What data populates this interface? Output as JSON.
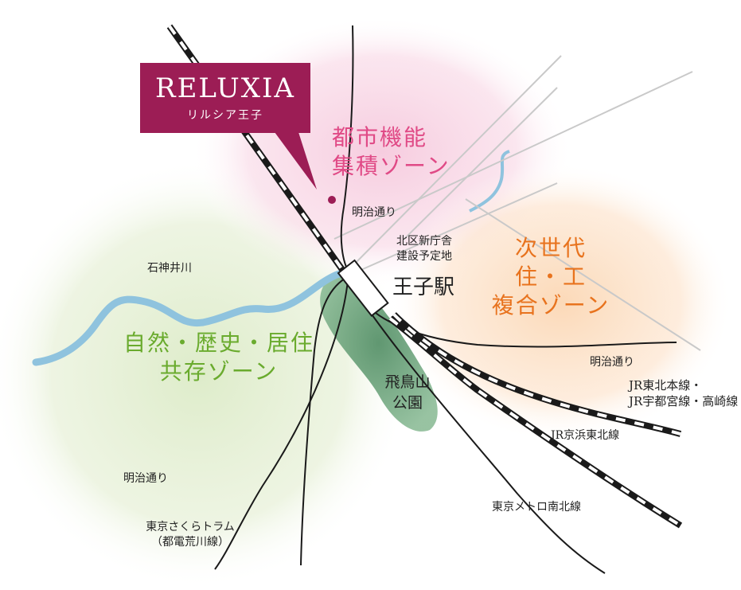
{
  "brand": {
    "name": "RELUXIA",
    "subtitle": "リルシア王子",
    "color": "#9c1d55"
  },
  "zones": {
    "urban": {
      "line1": "都市機能",
      "line2": "集積ゾーン",
      "color": "#e04a86"
    },
    "next_gen": {
      "line1": "次世代",
      "line2": "住・工",
      "line3": "複合ゾーン",
      "color": "#e8731e"
    },
    "nature": {
      "line1": "自然・歴史・居住",
      "line2": "共存ゾーン",
      "color": "#6aab2e"
    }
  },
  "labels": {
    "station": "王子駅",
    "ward_office_line1": "北区新庁舎",
    "ward_office_line2": "建設予定地",
    "park_line1": "飛鳥山",
    "park_line2": "公園",
    "river": "石神井川",
    "meiji_top": "明治通り",
    "meiji_right": "明治通り",
    "meiji_left": "明治通り",
    "jr_tohoku_line1": "JR東北本線・",
    "jr_tohoku_line2": "JR宇都宮線・高崎線",
    "jr_keihin": "JR京浜東北線",
    "metro": "東京メトロ南北線",
    "tram_line1": "東京さくらトラム",
    "tram_line2": "（都電荒川線）"
  },
  "colors": {
    "river": "#8fc3de",
    "park": "#5f9a6f",
    "road": "#c9c9c9",
    "rail": "#1a1a1a"
  }
}
